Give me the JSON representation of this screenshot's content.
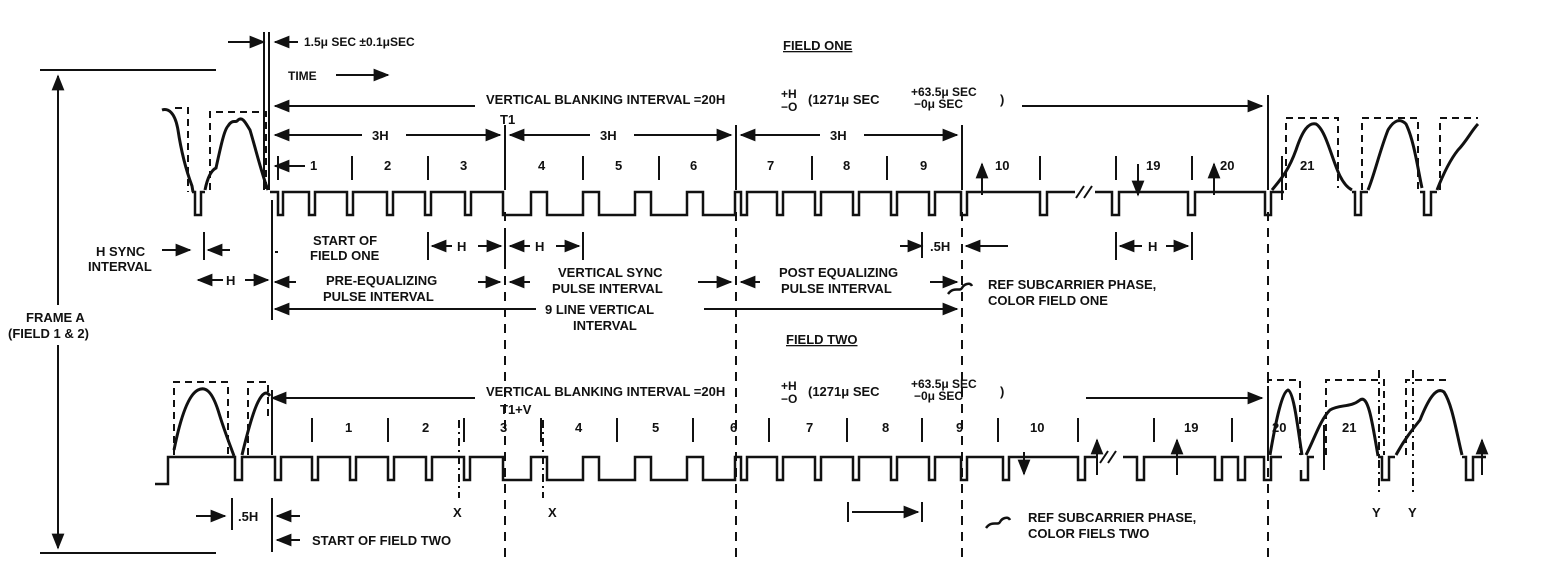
{
  "timing": {
    "width": "1.5μ SEC ±0.1μSEC",
    "time": "TIME"
  },
  "field_one": {
    "title": "FIELD ONE",
    "vbi": {
      "label": "VERTICAL BLANKING INTERVAL =20H",
      "tol_plus": "+H",
      "tol_minus": "−O",
      "paren_main": "(1271μ SEC",
      "paren_plus": "+63.5μ SEC",
      "paren_minus": "−0μ SEC",
      "paren_close": ")"
    },
    "t_marker": "T1",
    "groups": [
      "3H",
      "3H",
      "3H"
    ],
    "lines": [
      "1",
      "2",
      "3",
      "4",
      "5",
      "6",
      "7",
      "8",
      "9",
      "10",
      "19",
      "20",
      "21"
    ],
    "start_label": [
      "START OF",
      "FIELD ONE"
    ],
    "h_sync": [
      "H SYNC",
      "INTERVAL"
    ],
    "h": "H",
    "half_h": ".5H",
    "pre_eq": [
      "PRE-EQUALIZING",
      "PULSE INTERVAL"
    ],
    "vert_sync": [
      "VERTICAL SYNC",
      "PULSE INTERVAL"
    ],
    "post_eq": [
      "POST EQUALIZING",
      "PULSE INTERVAL"
    ],
    "nine_line": [
      "9 LINE VERTICAL",
      "INTERVAL"
    ],
    "ref_phase": [
      "REF SUBCARRIER PHASE,",
      "COLOR FIELD ONE"
    ]
  },
  "frame": [
    "FRAME A",
    "(FIELD 1 & 2)"
  ],
  "field_two": {
    "title": "FIELD TWO",
    "vbi": {
      "label": "VERTICAL BLANKING INTERVAL =20H",
      "tol_plus": "+H",
      "tol_minus": "−O",
      "paren_main": "(1271μ SEC",
      "paren_plus": "+63.5μ SEC",
      "paren_minus": "−0μ SEC",
      "paren_close": ")"
    },
    "t_marker": "T1+V",
    "lines": [
      "1",
      "2",
      "3",
      "4",
      "5",
      "6",
      "7",
      "8",
      "9",
      "10",
      "19",
      "20",
      "21"
    ],
    "half_h": ".5H",
    "x_mark": "X",
    "y_mark": "Y",
    "start_label": "START OF FIELD TWO",
    "ref_phase": [
      "REF SUBCARRIER PHASE,",
      "COLOR FIELS TWO"
    ]
  }
}
